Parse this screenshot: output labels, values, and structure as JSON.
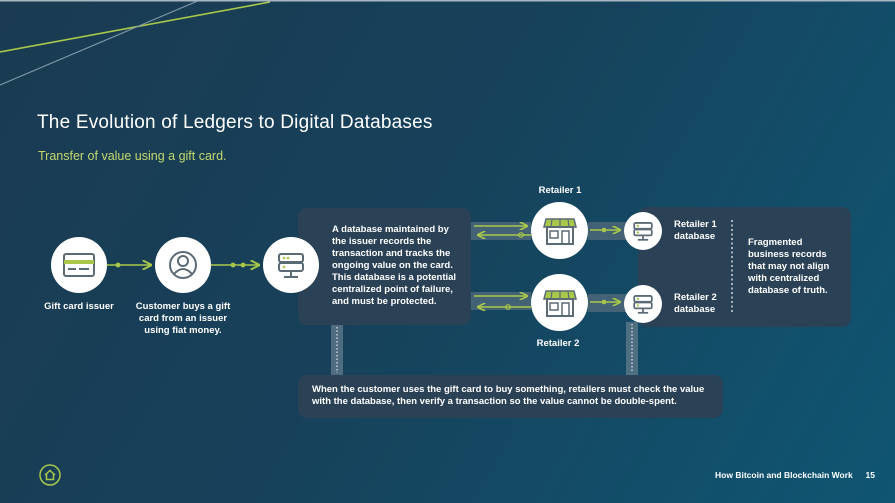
{
  "slide": {
    "title": "The Evolution of Ledgers to Digital Databases",
    "subtitle": "Transfer of value using a gift card.",
    "footer_title": "How Bitcoin and Blockchain Work",
    "page_number": "15"
  },
  "nodes": {
    "issuer_label": "Gift card issuer",
    "customer_label": "Customer buys a gift card from an issuer using fiat money.",
    "retailer1_label": "Retailer 1",
    "retailer2_label": "Retailer 2",
    "retailer1_db_label": "Retailer 1 database",
    "retailer2_db_label": "Retailer 2 database"
  },
  "panels": {
    "issuer_db_text": "A database maintained by the issuer records the transaction and tracks the ongoing value on the card. This database is a potential centralized point of failure, and must be protected.",
    "fragmented_text": "Fragmented business records that may not align with centralized database of truth.",
    "bottom_text": "When the customer uses the gift card to buy something, retailers must check the value with the database, then verify a transaction so the value cannot be double-spent."
  },
  "colors": {
    "accent": "#a9c84a",
    "panel": "#2b4256",
    "text": "#ffffff"
  },
  "icons": [
    "gift-card-icon",
    "user-icon",
    "database-server-icon",
    "storefront-icon",
    "home-icon"
  ]
}
